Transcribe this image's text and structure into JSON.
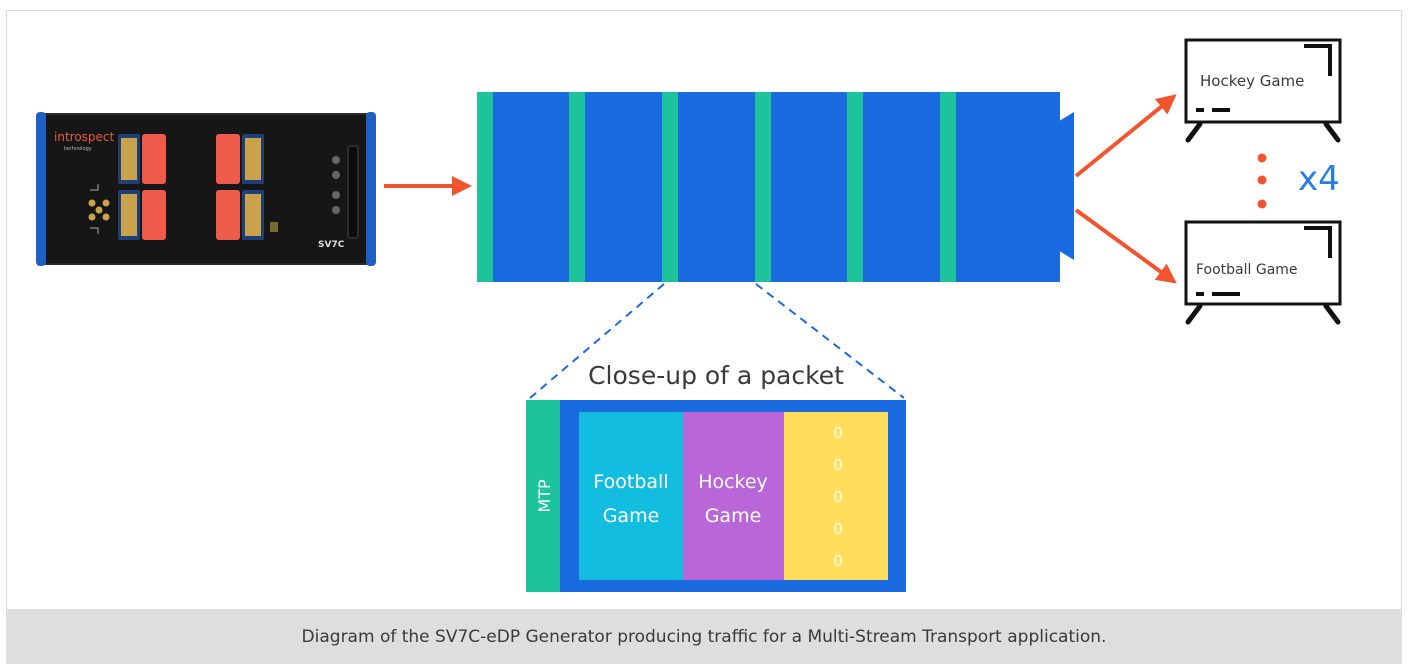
{
  "device": {
    "brand": "introspect",
    "brand_sub": "technology",
    "model": "SV7C"
  },
  "packet_closeup": {
    "title": "Close-up of a packet",
    "mtp_label": "MTP",
    "stream1": [
      "Football",
      "Game"
    ],
    "stream2": [
      "Hockey",
      "Game"
    ],
    "zeros": [
      "0",
      "0",
      "0",
      "0",
      "0"
    ]
  },
  "displays": {
    "top_label": "Hockey Game",
    "bottom_label": "Football Game",
    "multiplier": "x4"
  },
  "caption": "Diagram of the SV7C-eDP Generator producing traffic for a Multi-Stream Transport application.",
  "colors": {
    "stream_blue": "#1a6be0",
    "mtp_green": "#1cc39b",
    "arrow_orange": "#f2542d",
    "connector_red": "#ef5b4a",
    "football_cyan": "#12bde0",
    "hockey_purple": "#b866d8",
    "zero_yellow": "#ffdc5a",
    "x4_blue": "#2a7de1"
  }
}
